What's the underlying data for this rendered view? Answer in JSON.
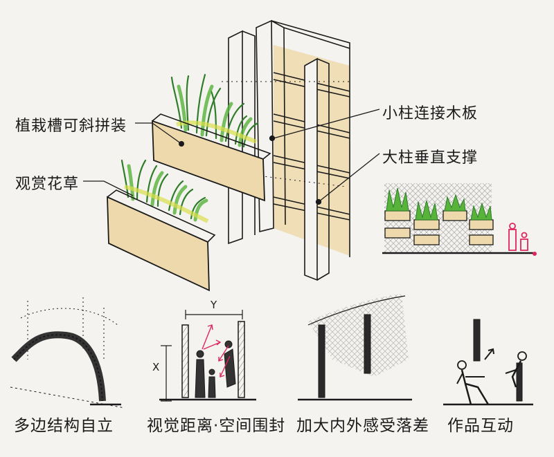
{
  "labels": {
    "planter": "植栽槽可斜拼装",
    "grass": "观赏花草",
    "small_columns": "小柱连接木板",
    "big_column": "大柱垂直支撑"
  },
  "captions": [
    "多边结构自立",
    "视觉距离·空间围封",
    "加大内外感受落差",
    "作品互动"
  ],
  "dimension_marks": {
    "x": "X",
    "y": "Y"
  },
  "colors": {
    "ink": "#1a1a1a",
    "wood": "#eed9ad",
    "grass_green": "#57b33a",
    "grass_dark": "#2f7d2a",
    "grass_yellow": "#d9de4a",
    "accent_red": "#e0245e",
    "paper": "#f4f3ef"
  }
}
